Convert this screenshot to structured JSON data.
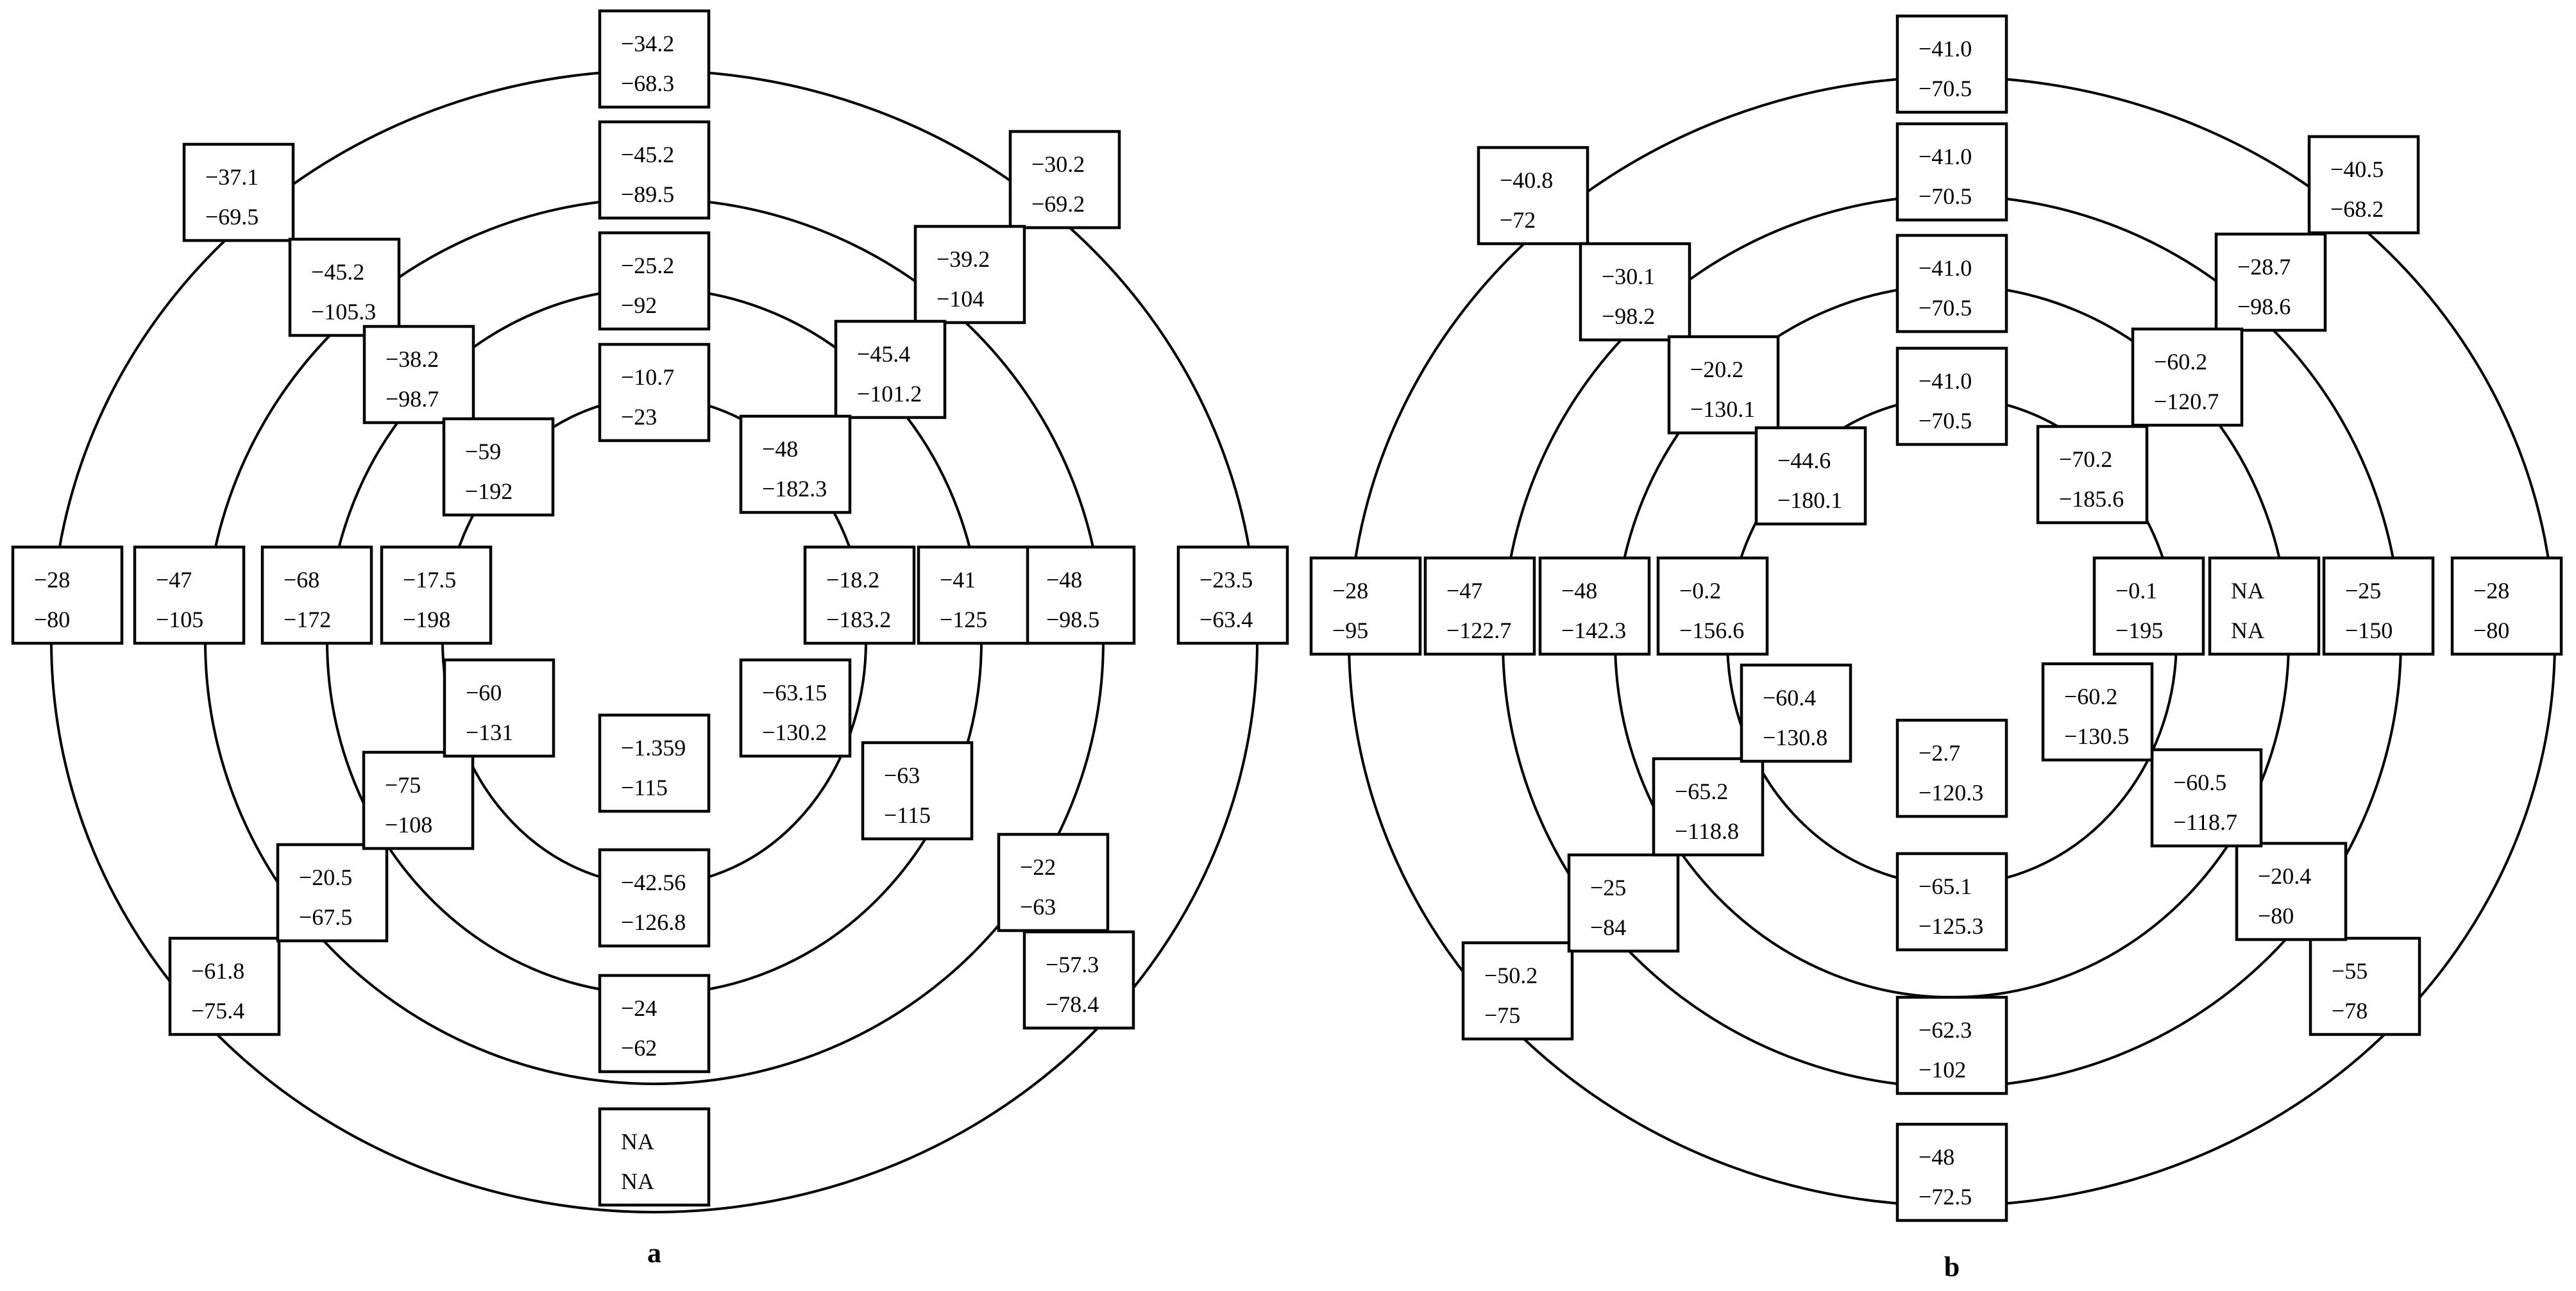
{
  "panels": [
    {
      "label": "a",
      "boxes": [
        {
          "top": "−34.2",
          "bottom": "−68.3"
        },
        {
          "top": "−45.2",
          "bottom": "−89.5"
        },
        {
          "top": "−25.2",
          "bottom": "−92"
        },
        {
          "top": "−10.7",
          "bottom": "−23"
        },
        {
          "top": "−30.2",
          "bottom": "−69.2"
        },
        {
          "top": "−39.2",
          "bottom": "−104"
        },
        {
          "top": "−45.4",
          "bottom": "−101.2"
        },
        {
          "top": "−48",
          "bottom": "−182.3"
        },
        {
          "top": "−23.5",
          "bottom": "−63.4"
        },
        {
          "top": "−48",
          "bottom": "−98.5"
        },
        {
          "top": "−41",
          "bottom": "−125"
        },
        {
          "top": "−18.2",
          "bottom": "−183.2"
        },
        {
          "top": "−57.3",
          "bottom": "−78.4"
        },
        {
          "top": "−22",
          "bottom": "−63"
        },
        {
          "top": "−63",
          "bottom": "−115"
        },
        {
          "top": "−63.15",
          "bottom": "−130.2"
        },
        {
          "top": "NA",
          "bottom": "NA"
        },
        {
          "top": "−24",
          "bottom": "−62"
        },
        {
          "top": "−42.56",
          "bottom": "−126.8"
        },
        {
          "top": "−1.359",
          "bottom": "−115"
        },
        {
          "top": "−61.8",
          "bottom": "−75.4"
        },
        {
          "top": "−20.5",
          "bottom": "−67.5"
        },
        {
          "top": "−75",
          "bottom": "−108"
        },
        {
          "top": "−60",
          "bottom": "−131"
        },
        {
          "top": "−28",
          "bottom": "−80"
        },
        {
          "top": "−47",
          "bottom": "−105"
        },
        {
          "top": "−68",
          "bottom": "−172"
        },
        {
          "top": "−17.5",
          "bottom": "−198"
        },
        {
          "top": "−37.1",
          "bottom": "−69.5"
        },
        {
          "top": "−45.2",
          "bottom": "−105.3"
        },
        {
          "top": "−38.2",
          "bottom": "−98.7"
        },
        {
          "top": "−59",
          "bottom": "−192"
        }
      ]
    },
    {
      "label": "b",
      "boxes": [
        {
          "top": "−41.0",
          "bottom": "−70.5"
        },
        {
          "top": "−41.0",
          "bottom": "−70.5"
        },
        {
          "top": "−41.0",
          "bottom": "−70.5"
        },
        {
          "top": "−41.0",
          "bottom": "−70.5"
        },
        {
          "top": "−40.5",
          "bottom": "−68.2"
        },
        {
          "top": "−28.7",
          "bottom": "−98.6"
        },
        {
          "top": "−60.2",
          "bottom": "−120.7"
        },
        {
          "top": "−70.2",
          "bottom": "−185.6"
        },
        {
          "top": "−28",
          "bottom": "−80"
        },
        {
          "top": "−25",
          "bottom": "−150"
        },
        {
          "top": "NA",
          "bottom": "NA"
        },
        {
          "top": "−0.1",
          "bottom": "−195"
        },
        {
          "top": "−55",
          "bottom": "−78"
        },
        {
          "top": "−20.4",
          "bottom": "−80"
        },
        {
          "top": "−60.5",
          "bottom": "−118.7"
        },
        {
          "top": "−60.2",
          "bottom": "−130.5"
        },
        {
          "top": "−48",
          "bottom": "−72.5"
        },
        {
          "top": "−62.3",
          "bottom": "−102"
        },
        {
          "top": "−65.1",
          "bottom": "−125.3"
        },
        {
          "top": "−2.7",
          "bottom": "−120.3"
        },
        {
          "top": "−50.2",
          "bottom": "−75"
        },
        {
          "top": "−25",
          "bottom": "−84"
        },
        {
          "top": "−65.2",
          "bottom": "−118.8"
        },
        {
          "top": "−60.4",
          "bottom": "−130.8"
        },
        {
          "top": "−28",
          "bottom": "−95"
        },
        {
          "top": "−47",
          "bottom": "−122.7"
        },
        {
          "top": "−48",
          "bottom": "−142.3"
        },
        {
          "top": "−0.2",
          "bottom": "−156.6"
        },
        {
          "top": "−40.8",
          "bottom": "−72"
        },
        {
          "top": "−30.1",
          "bottom": "−98.2"
        },
        {
          "top": "−20.2",
          "bottom": "−130.1"
        },
        {
          "top": "−44.6",
          "bottom": "−180.1"
        }
      ]
    }
  ]
}
